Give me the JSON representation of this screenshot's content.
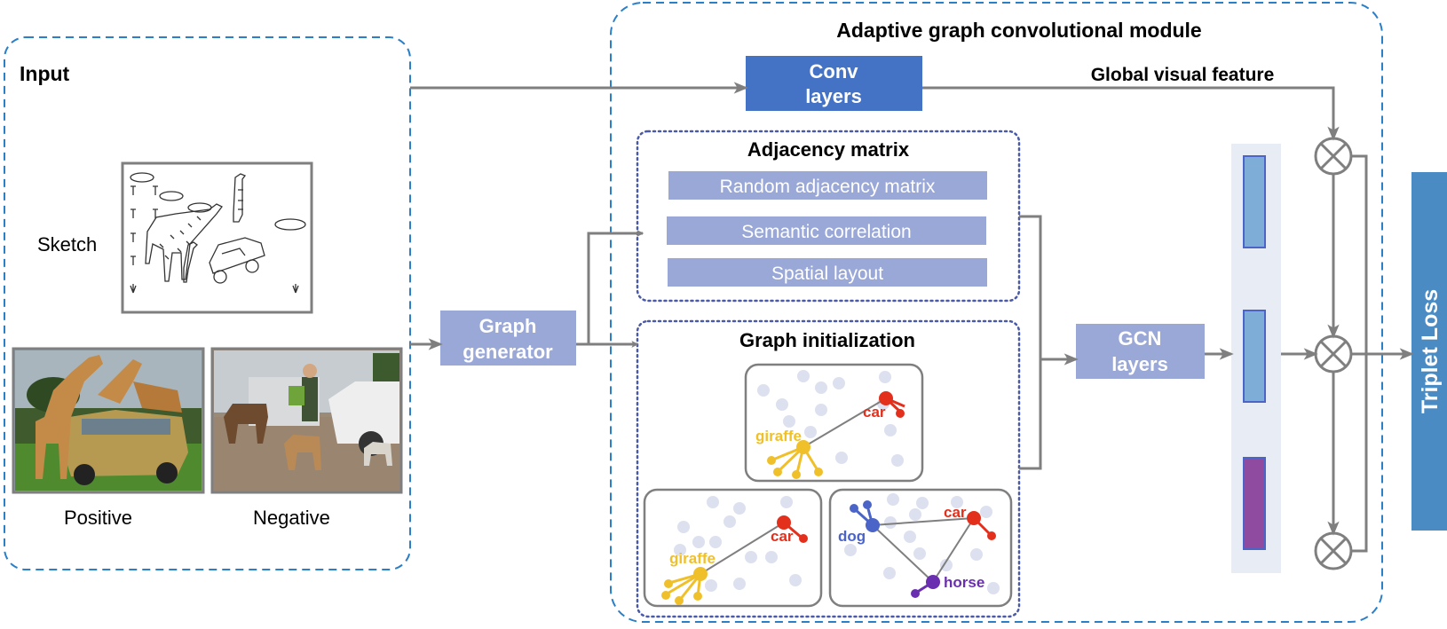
{
  "input_panel": {
    "title": "Input",
    "sketch_label": "Sketch",
    "positive_label": "Positive",
    "negative_label": "Negative"
  },
  "graph_generator": {
    "line1": "Graph",
    "line2": "generator"
  },
  "module": {
    "title": "Adaptive graph convolutional module",
    "conv": {
      "line1": "Conv",
      "line2": "layers"
    },
    "global_feature": "Global visual feature",
    "adjacency": {
      "title": "Adjacency matrix",
      "items": [
        "Random adjacency matrix",
        "Semantic correlation",
        "Spatial layout"
      ]
    },
    "graph_init": {
      "title": "Graph initialization",
      "nodes": {
        "car": "car",
        "giraffe": "giraffe",
        "dog": "dog",
        "horse": "horse"
      }
    },
    "gcn": {
      "line1": "GCN",
      "line2": "layers"
    }
  },
  "loss": "Triplet Loss",
  "colors": {
    "dashed_border": "#2a7fc9",
    "conv_fill": "#4472c4",
    "light_box": "#9aa8d8",
    "triplet_fill": "#4b8bc4",
    "arrow": "#7f7f7f",
    "car_node": "#e3301c",
    "giraffe_node": "#f0c02a",
    "dog_node": "#4a64c8",
    "horse_node": "#6a2fb0",
    "bg_node": "#dde0ef",
    "feature_blue": "#7eaed8",
    "feature_purple": "#8f4ba0",
    "feature_bg": "#e8edf5"
  }
}
